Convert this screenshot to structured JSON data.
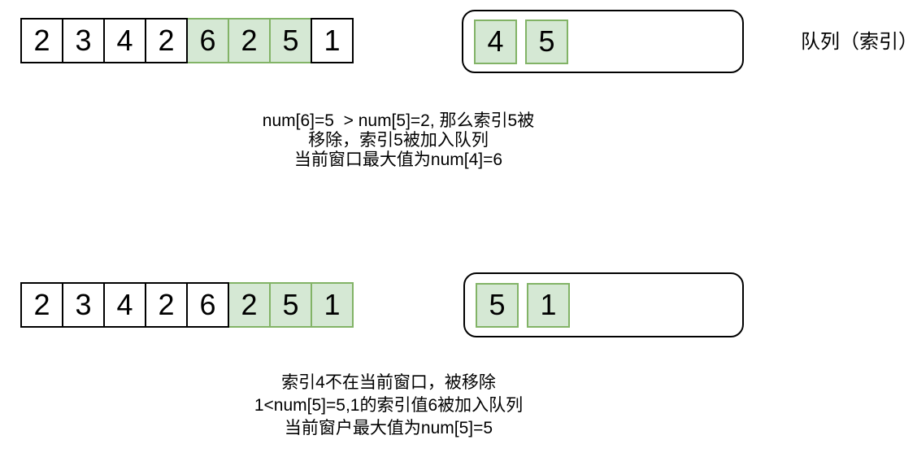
{
  "colors": {
    "green_fill": "#d5e8d4",
    "green_border": "#82b366",
    "cell_border": "#000000",
    "background": "#ffffff"
  },
  "queue_label": "队列（索引）",
  "rows": [
    {
      "array": {
        "values": [
          "2",
          "3",
          "4",
          "2",
          "6",
          "2",
          "5",
          "1"
        ],
        "highlighted": [
          4,
          5,
          6
        ]
      },
      "queue": {
        "values": [
          "4",
          "5"
        ]
      },
      "caption_lines": [
        "num[6]=5  > num[5]=2, 那么索引5被",
        "移除，索引5被加入队列",
        "当前窗口最大值为num[4]=6"
      ]
    },
    {
      "array": {
        "values": [
          "2",
          "3",
          "4",
          "2",
          "6",
          "2",
          "5",
          "1"
        ],
        "highlighted": [
          5,
          6,
          7
        ]
      },
      "queue": {
        "values": [
          "5",
          "1"
        ]
      },
      "caption_lines": [
        "索引4不在当前窗口，被移除",
        "1<num[5]=5,1的索引值6被加入队列",
        "当前窗户最大值为num[5]=5"
      ]
    }
  ]
}
